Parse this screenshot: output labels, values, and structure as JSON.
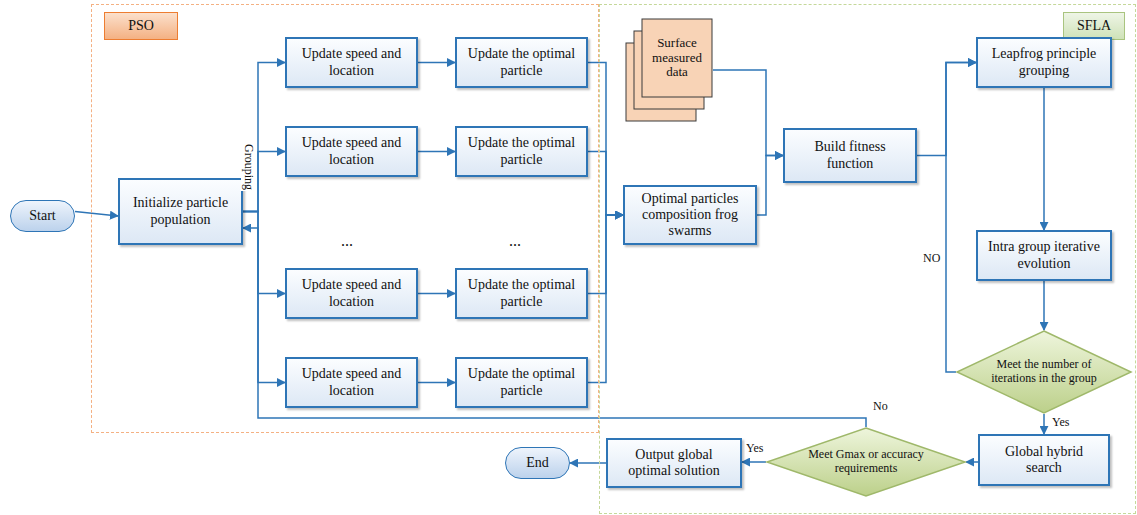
{
  "diagram": {
    "nodes": [
      {
        "text": [
          "PSO"
        ]
      },
      {
        "text": [
          "SFLA"
        ]
      },
      {
        "text": [
          "Start"
        ]
      },
      {
        "text": [
          "Initialize particle population"
        ],
        "in": 0
      },
      {
        "text": [
          "Update speed and location"
        ],
        "in": 0
      },
      {
        "text": [
          "Update speed and location"
        ],
        "in": 0
      },
      {
        "text": [
          "Update speed and location"
        ],
        "in": 0
      },
      {
        "text": [
          "Update speed and location"
        ],
        "in": 0
      },
      {
        "text": [
          "Update the optimal particle"
        ],
        "in": 0
      },
      {
        "text": [
          "Update the optimal particle"
        ],
        "in": 0
      },
      {
        "text": [
          "Update the optimal particle"
        ],
        "in": 0
      },
      {
        "text": [
          "Update the optimal particle"
        ],
        "in": 0
      },
      {
        "text": [
          "Surface measured data"
        ],
        "in": 1
      },
      {
        "text": [
          "Optimal particles composition frog swarms"
        ],
        "in": 1
      },
      {
        "text": [
          "Build fitness function"
        ],
        "in": 1
      },
      {
        "text": [
          "Leapfrog principle grouping"
        ],
        "in": 1
      },
      {
        "text": [
          "Intra group iterative evolution"
        ],
        "in": 1
      },
      {
        "text": [
          "Meet the number of iterations in the group"
        ],
        "in": 1
      },
      {
        "text": [
          "Global hybrid search"
        ],
        "in": 1
      },
      {
        "text": [
          "Meet Gmax or accuracy requirements"
        ],
        "in": 1
      },
      {
        "text": [
          "Output global optimal solution"
        ],
        "in": 1
      },
      {
        "text": [
          "End"
        ]
      }
    ],
    "edges": [
      {
        "from": 2,
        "to": 3,
        "arrow": "to"
      },
      {
        "from": 3,
        "to": 4,
        "arrow": "to"
      },
      {
        "from": 3,
        "to": 5,
        "arrow": "to"
      },
      {
        "from": 3,
        "to": 6,
        "arrow": "to"
      },
      {
        "from": 3,
        "to": 7,
        "arrow": "to"
      },
      {
        "from": 4,
        "to": 8,
        "arrow": "to"
      },
      {
        "from": 5,
        "to": 9,
        "arrow": "to"
      },
      {
        "from": 6,
        "to": 10,
        "arrow": "to"
      },
      {
        "from": 7,
        "to": 11,
        "arrow": "to"
      },
      {
        "from": 8,
        "to": 13,
        "arrow": "to"
      },
      {
        "from": 9,
        "to": 13,
        "arrow": "to"
      },
      {
        "from": 10,
        "to": 13,
        "arrow": "to"
      },
      {
        "from": 11,
        "to": 13,
        "arrow": "to"
      },
      {
        "from": 12,
        "to": 14,
        "arrow": "to"
      },
      {
        "from": 13,
        "to": 14,
        "arrow": "to"
      },
      {
        "from": 14,
        "to": 15,
        "arrow": "to"
      },
      {
        "from": 15,
        "to": 16,
        "arrow": "to"
      },
      {
        "from": 16,
        "to": 17,
        "arrow": "to"
      },
      {
        "from": 17,
        "to": 15,
        "label": "NO",
        "arrow": "to"
      },
      {
        "from": 17,
        "to": 18,
        "label": "Yes",
        "arrow": "to"
      },
      {
        "from": 18,
        "to": 19,
        "arrow": "to"
      },
      {
        "from": 19,
        "to": 20,
        "label": "Yes",
        "arrow": "to"
      },
      {
        "from": 20,
        "to": 21,
        "arrow": "to"
      },
      {
        "from": 19,
        "to": 3,
        "label": "No",
        "arrow": "to"
      }
    ],
    "labels": [
      "Grouping",
      "...",
      "..."
    ]
  }
}
